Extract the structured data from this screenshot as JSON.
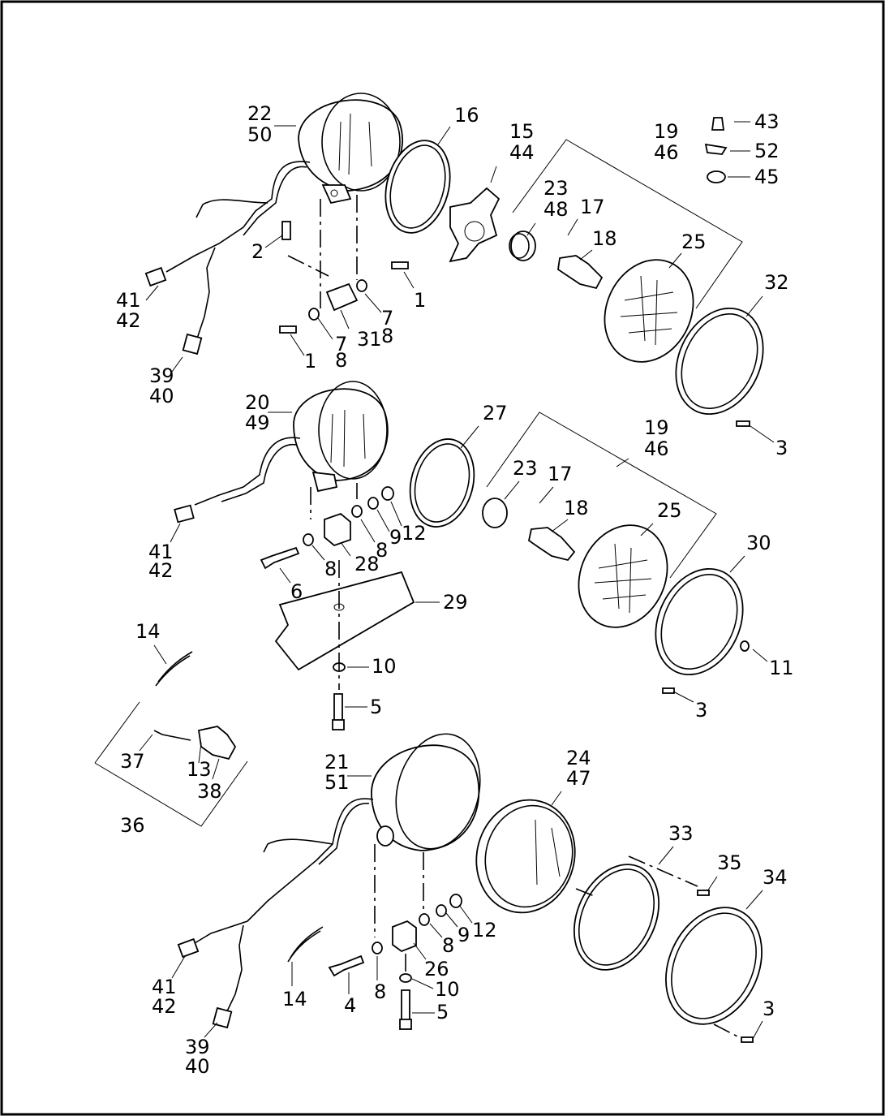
{
  "callouts": {
    "top": [
      "22",
      "50",
      "16",
      "15",
      "44",
      "19",
      "46",
      "43",
      "52",
      "45",
      "23",
      "48",
      "17",
      "18",
      "25",
      "32",
      "2",
      "1",
      "41",
      "42",
      "7",
      "8",
      "31",
      "7",
      "8",
      "1",
      "39",
      "40",
      "3"
    ],
    "middle": [
      "20",
      "49",
      "27",
      "19",
      "46",
      "23",
      "17",
      "18",
      "25",
      "30",
      "41",
      "42",
      "8",
      "9",
      "12",
      "8",
      "28",
      "6",
      "29",
      "14",
      "10",
      "11",
      "3",
      "5",
      "37",
      "13",
      "38",
      "36"
    ],
    "bottom": [
      "21",
      "51",
      "24",
      "47",
      "33",
      "35",
      "34",
      "41",
      "42",
      "8",
      "9",
      "12",
      "26",
      "14",
      "4",
      "8",
      "10",
      "5",
      "39",
      "40",
      "3"
    ]
  }
}
